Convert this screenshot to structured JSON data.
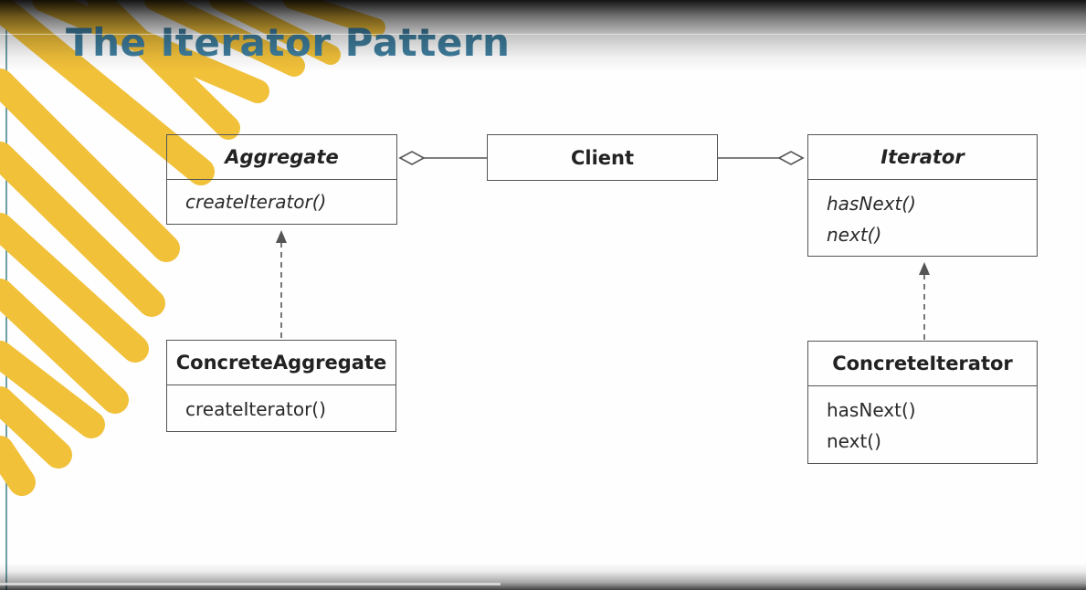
{
  "slide": {
    "title": "The Iterator Pattern"
  },
  "diagram": {
    "classes": {
      "aggregate": {
        "name": "Aggregate",
        "operations": [
          "createIterator()"
        ],
        "abstract": true
      },
      "client": {
        "name": "Client",
        "operations": [],
        "abstract": false
      },
      "iterator": {
        "name": "Iterator",
        "operations": [
          "hasNext()",
          "next()"
        ],
        "abstract": true
      },
      "concrete_aggregate": {
        "name": "ConcreteAggregate",
        "operations": [
          "createIterator()"
        ],
        "abstract": false
      },
      "concrete_iterator": {
        "name": "ConcreteIterator",
        "operations": [
          "hasNext()",
          "next()"
        ],
        "abstract": false
      }
    },
    "relations": [
      {
        "type": "aggregation",
        "from": "client",
        "to": "aggregate"
      },
      {
        "type": "aggregation",
        "from": "client",
        "to": "iterator"
      },
      {
        "type": "realization",
        "from": "concrete_aggregate",
        "to": "aggregate"
      },
      {
        "type": "realization",
        "from": "concrete_iterator",
        "to": "iterator"
      }
    ]
  },
  "colors": {
    "title": "#3f7f9f",
    "decor_stripes": "#f2c13a",
    "box_border": "#555555",
    "left_rule": "#6f9fa8"
  }
}
